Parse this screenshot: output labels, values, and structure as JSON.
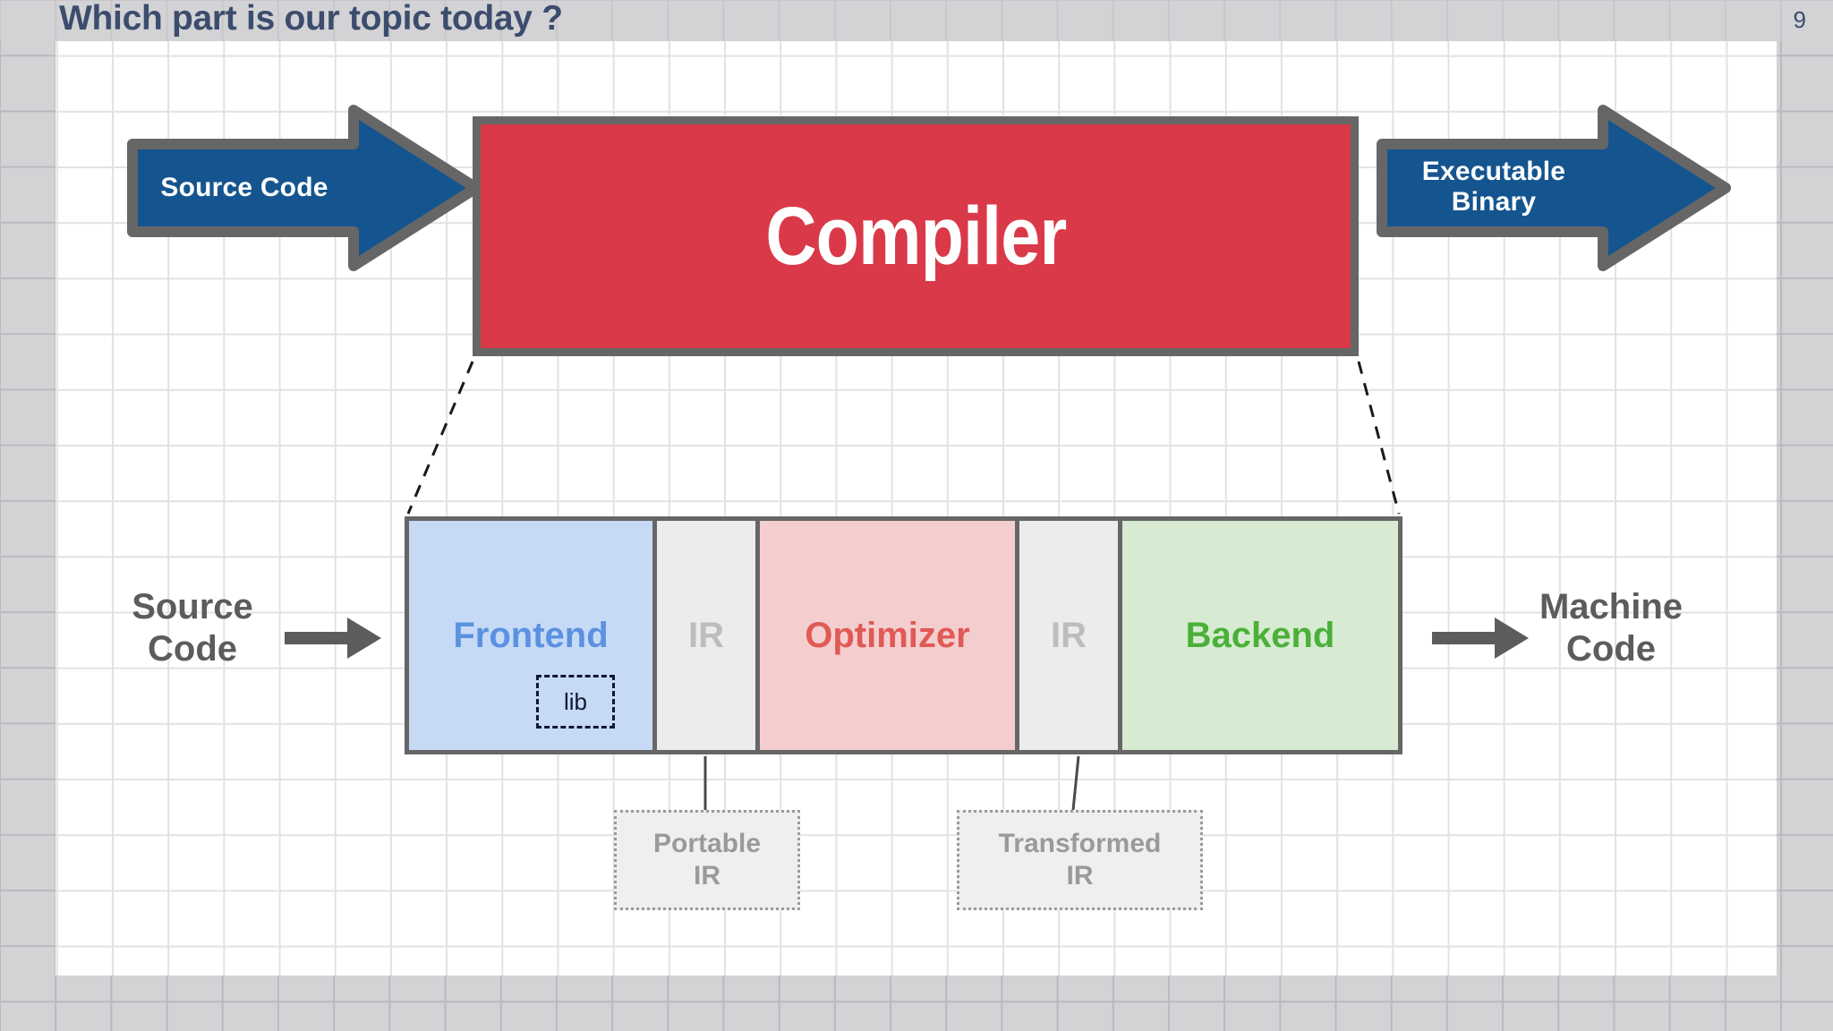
{
  "slide": {
    "title": "Which part is our topic today ?",
    "page_number": "9"
  },
  "top_flow": {
    "input_arrow_label": "Source Code",
    "compiler_label": "Compiler",
    "output_arrow_label": "Executable\nBinary"
  },
  "pipeline": {
    "input_label": "Source\nCode",
    "output_label": "Machine\nCode",
    "stages": [
      {
        "name": "Frontend",
        "label": "Frontend"
      },
      {
        "name": "IR-1",
        "label": "IR"
      },
      {
        "name": "Optimizer",
        "label": "Optimizer"
      },
      {
        "name": "IR-2",
        "label": "IR"
      },
      {
        "name": "Backend",
        "label": "Backend"
      }
    ],
    "lib_badge": "lib"
  },
  "callouts": [
    {
      "name": "portable-ir",
      "label": "Portable\nIR"
    },
    {
      "name": "transformed-ir",
      "label": "Transformed\nIR"
    }
  ],
  "colors": {
    "title": "#3c4c6d",
    "compiler_fill": "#d93948",
    "arrow_fill": "#15558f",
    "outline": "#666666",
    "frontend_fill": "#c6daf6",
    "frontend_text": "#5b91e0",
    "ir_fill": "#ececee",
    "ir_text": "#bdbdbd",
    "optimizer_fill": "#f4cecf",
    "optimizer_text": "#e05a55",
    "backend_fill": "#d6ebd1",
    "backend_text": "#4caf39",
    "label_gray": "#5c5c5c",
    "callout_text": "#9a9a9a"
  }
}
